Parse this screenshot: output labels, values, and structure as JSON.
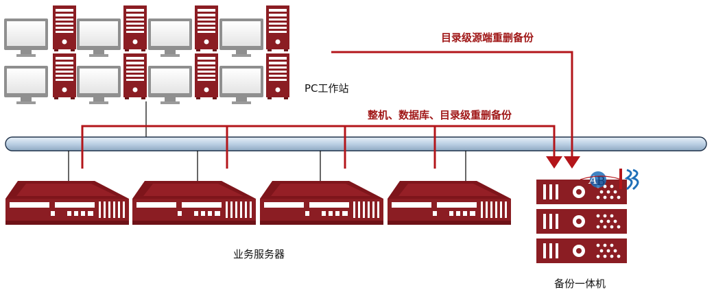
{
  "labels": {
    "pc_workstation": "PC工作站",
    "business_servers": "业务服务器",
    "backup_appliance": "备份一体机",
    "source_dedup_backup": "目录级源端重删备份",
    "full_db_dir_backup": "整机、数据库、目录级重删备份"
  },
  "colors": {
    "accent_red": "#b3151a",
    "device_red": "#8b1d23",
    "network_bus": "#c7d8e8",
    "monitor_gray": "#8f8f8f"
  },
  "icons": {
    "workstation_monitor": "monitor-icon",
    "workstation_tower": "tower-pc-icon",
    "rack_server": "rack-server-icon",
    "backup_unit": "backup-unit-icon",
    "logo": "brand-logo-icon"
  }
}
